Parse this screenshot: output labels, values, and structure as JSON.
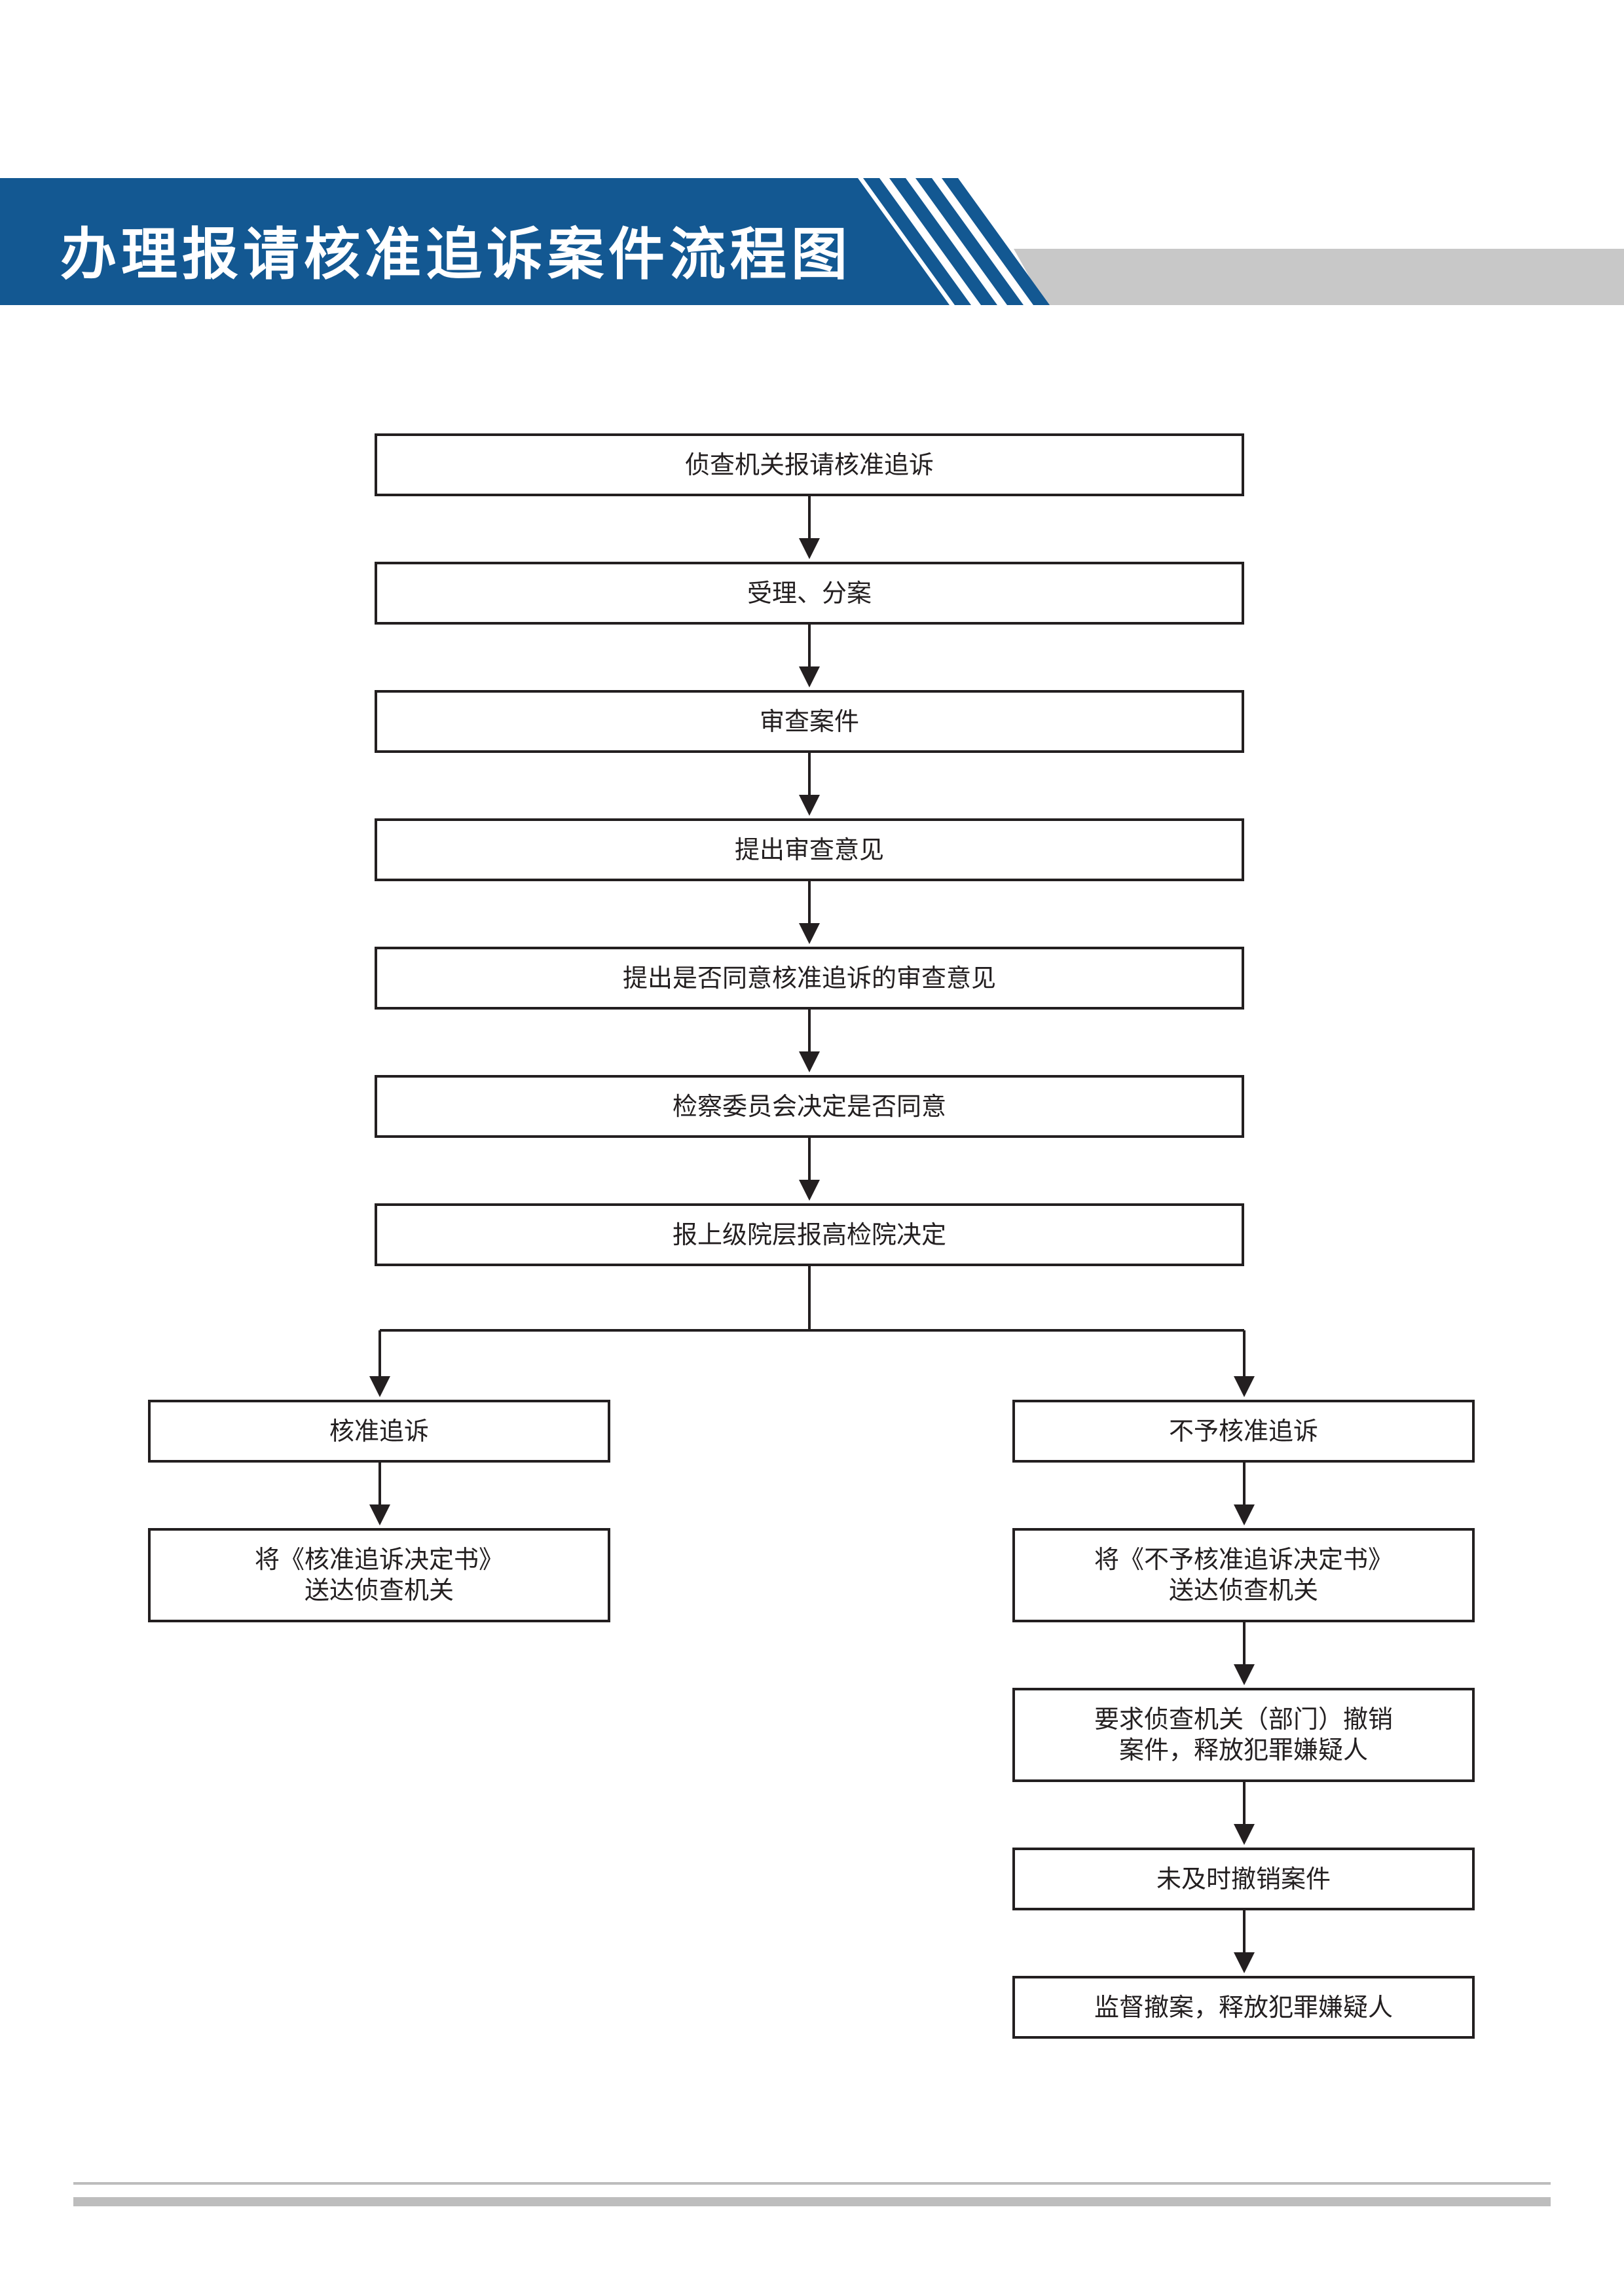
{
  "title": "办理报请核准追诉案件流程图",
  "colors": {
    "banner_blue": "#135892",
    "stripe_gray": "#c8c8c8",
    "line": "#231f20",
    "footer_gray": "#bdbdbd"
  },
  "nodes": {
    "n1": "侦查机关报请核准追诉",
    "n2": "受理、分案",
    "n3": "审查案件",
    "n4": "提出审查意见",
    "n5": "提出是否同意核准追诉的审查意见",
    "n6": "检察委员会决定是否同意",
    "n7": "报上级院层报高检院决定",
    "l1": "核准追诉",
    "l2": "将《核准追诉决定书》\n送达侦查机关",
    "r1": "不予核准追诉",
    "r2": "将《不予核准追诉决定书》\n送达侦查机关",
    "r3": "要求侦查机关（部门）撤销\n案件，释放犯罪嫌疑人",
    "r4": "未及时撤销案件",
    "r5": "监督撤案，释放犯罪嫌疑人"
  }
}
